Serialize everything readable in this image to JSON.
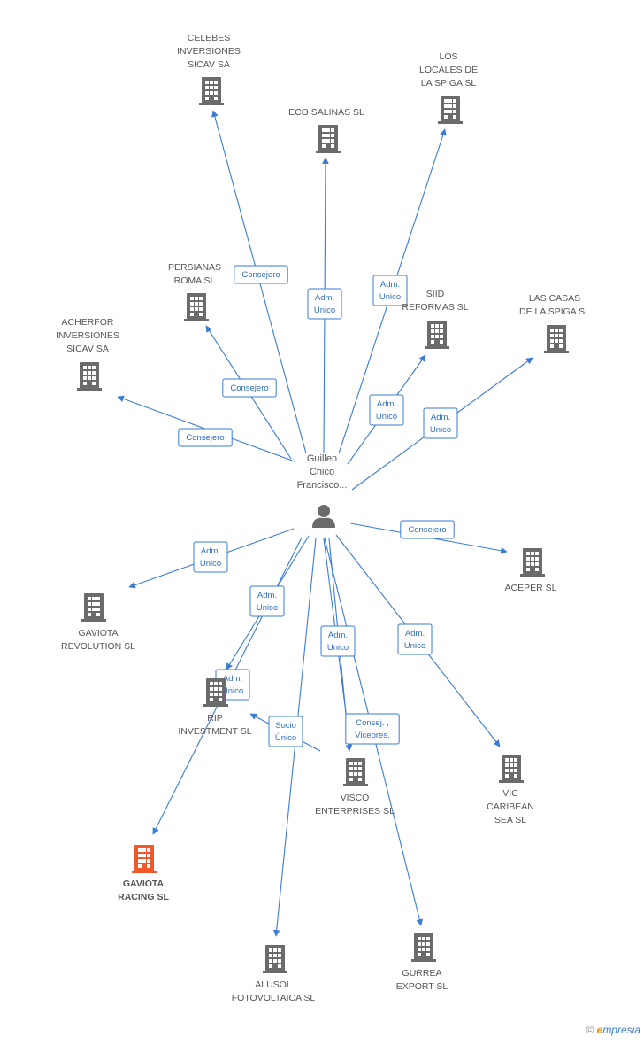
{
  "diagram": {
    "center": {
      "name": "Guillen\nChico\nFrancisco...",
      "icon": "person-icon"
    },
    "companies": [
      {
        "id": "celebes",
        "label": "CELEBES\nINVERSIONES\nSICAV SA",
        "icon": "building-icon",
        "highlight": false
      },
      {
        "id": "eco",
        "label": "ECO SALINAS SL",
        "icon": "building-icon",
        "highlight": false
      },
      {
        "id": "locales",
        "label": "LOS\nLOCALES DE\nLA SPIGA SL",
        "icon": "building-icon",
        "highlight": false
      },
      {
        "id": "persianas",
        "label": "PERSIANAS\nROMA SL",
        "icon": "building-icon",
        "highlight": false
      },
      {
        "id": "siid",
        "label": "SIID\nREFORMAS SL",
        "icon": "building-icon",
        "highlight": false
      },
      {
        "id": "casas",
        "label": "LAS CASAS\nDE LA SPIGA SL",
        "icon": "building-icon",
        "highlight": false
      },
      {
        "id": "acherfor",
        "label": "ACHERFOR\nINVERSIONES\nSICAV SA",
        "icon": "building-icon",
        "highlight": false
      },
      {
        "id": "aceper",
        "label": "ACEPER SL",
        "icon": "building-icon",
        "highlight": false
      },
      {
        "id": "gaviota_rev",
        "label": "GAVIOTA\nREVOLUTION SL",
        "icon": "building-icon",
        "highlight": false
      },
      {
        "id": "rip",
        "label": "RIP\nINVESTMENT SL",
        "icon": "building-icon",
        "highlight": false
      },
      {
        "id": "visco",
        "label": "VISCO\nENTERPRISES SL",
        "icon": "building-icon",
        "highlight": false
      },
      {
        "id": "vic",
        "label": "VIC\nCARIBEAN\nSEA SL",
        "icon": "building-icon",
        "highlight": false
      },
      {
        "id": "gaviota_racing",
        "label": "GAVIOTA\nRACING SL",
        "icon": "building-icon",
        "highlight": true
      },
      {
        "id": "alusol",
        "label": "ALUSOL\nFOTOVOLTAICA SL",
        "icon": "building-icon",
        "highlight": false
      },
      {
        "id": "gurrea",
        "label": "GURREA\nEXPORT SL",
        "icon": "building-icon",
        "highlight": false
      }
    ],
    "edges": [
      {
        "to": "celebes",
        "label": "Consejero"
      },
      {
        "to": "eco",
        "label": "Adm.\nUnico"
      },
      {
        "to": "locales",
        "label": "Adm.\nUnico"
      },
      {
        "to": "persianas",
        "label": "Consejero"
      },
      {
        "to": "siid",
        "label": "Adm.\nUnico"
      },
      {
        "to": "casas",
        "label": "Adm.\nUnico"
      },
      {
        "to": "acherfor",
        "label": "Consejero"
      },
      {
        "to": "aceper",
        "label": "Consejero"
      },
      {
        "to": "gaviota_rev",
        "label": "Adm.\nUnico"
      },
      {
        "to": "rip",
        "label": "Adm.\nUnico"
      },
      {
        "to": "gaviota_racing",
        "label": "Adm.\nUnico"
      },
      {
        "to": "visco",
        "label": "Adm.\nUnico"
      },
      {
        "to": "visco",
        "label": "Consej. ,\nVicepres."
      },
      {
        "to": "vic",
        "label": "Adm.\nUnico"
      },
      {
        "to": "rip",
        "label": "Socio\nÚnico"
      },
      {
        "to": "alusol",
        "label": ""
      },
      {
        "to": "gurrea",
        "label": ""
      }
    ],
    "colors": {
      "edge": "#3a7bd5",
      "node": "#6b6b6b",
      "highlight": "#f2592a"
    }
  },
  "footer": {
    "copyright_symbol": "©",
    "brand_initial": "e",
    "brand_rest": "mpresia"
  }
}
